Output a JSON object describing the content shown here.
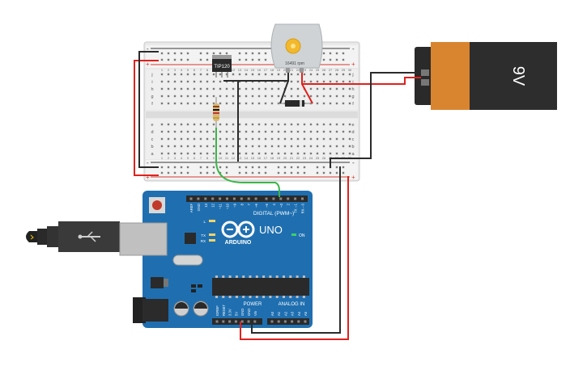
{
  "breadboard": {
    "rail_plus": "+",
    "rail_minus": "-",
    "rows_top": [
      "j",
      "i",
      "h",
      "g",
      "f"
    ],
    "rows_bottom": [
      "e",
      "d",
      "c",
      "b",
      "a"
    ],
    "col_numbers": [
      "1",
      "2",
      "3",
      "4",
      "5",
      "6",
      "7",
      "8",
      "9",
      "10",
      "11",
      "12",
      "13",
      "14",
      "15",
      "16",
      "17",
      "18",
      "19",
      "20",
      "21",
      "22",
      "23",
      "24",
      "25",
      "26",
      "27",
      "28",
      "29",
      "30"
    ]
  },
  "transistor": {
    "label": "TIP120"
  },
  "motor": {
    "label": "16491 rpm"
  },
  "battery": {
    "label": "9V"
  },
  "arduino": {
    "brand_text": "ARDUINO",
    "model_text": "UNO",
    "on_label": "ON",
    "tx_label": "TX",
    "rx_label": "RX",
    "l_label": "L",
    "digital_label": "DIGITAL (PWM~)",
    "power_label": "POWER",
    "analog_label": "ANALOG IN",
    "digital_pins": [
      "AREF",
      "GND",
      "13",
      "12",
      "~11",
      "~10",
      "~9",
      "8",
      "7",
      "~6",
      "~5",
      "4",
      "~3",
      "2",
      "TX→1",
      "RX←0"
    ],
    "power_pins": [
      "IOREF",
      "RESET",
      "3.3V",
      "5V",
      "GND",
      "GND",
      "Vin"
    ],
    "analog_pins": [
      "A0",
      "A1",
      "A2",
      "A3",
      "A4",
      "A5"
    ]
  },
  "colors": {
    "wire_red": "#e0211d",
    "wire_black": "#2b2b2b",
    "wire_green": "#3cb54a",
    "board_blue": "#1f6fb0",
    "battery_orange": "#d98530",
    "battery_black": "#2d2d2d"
  }
}
